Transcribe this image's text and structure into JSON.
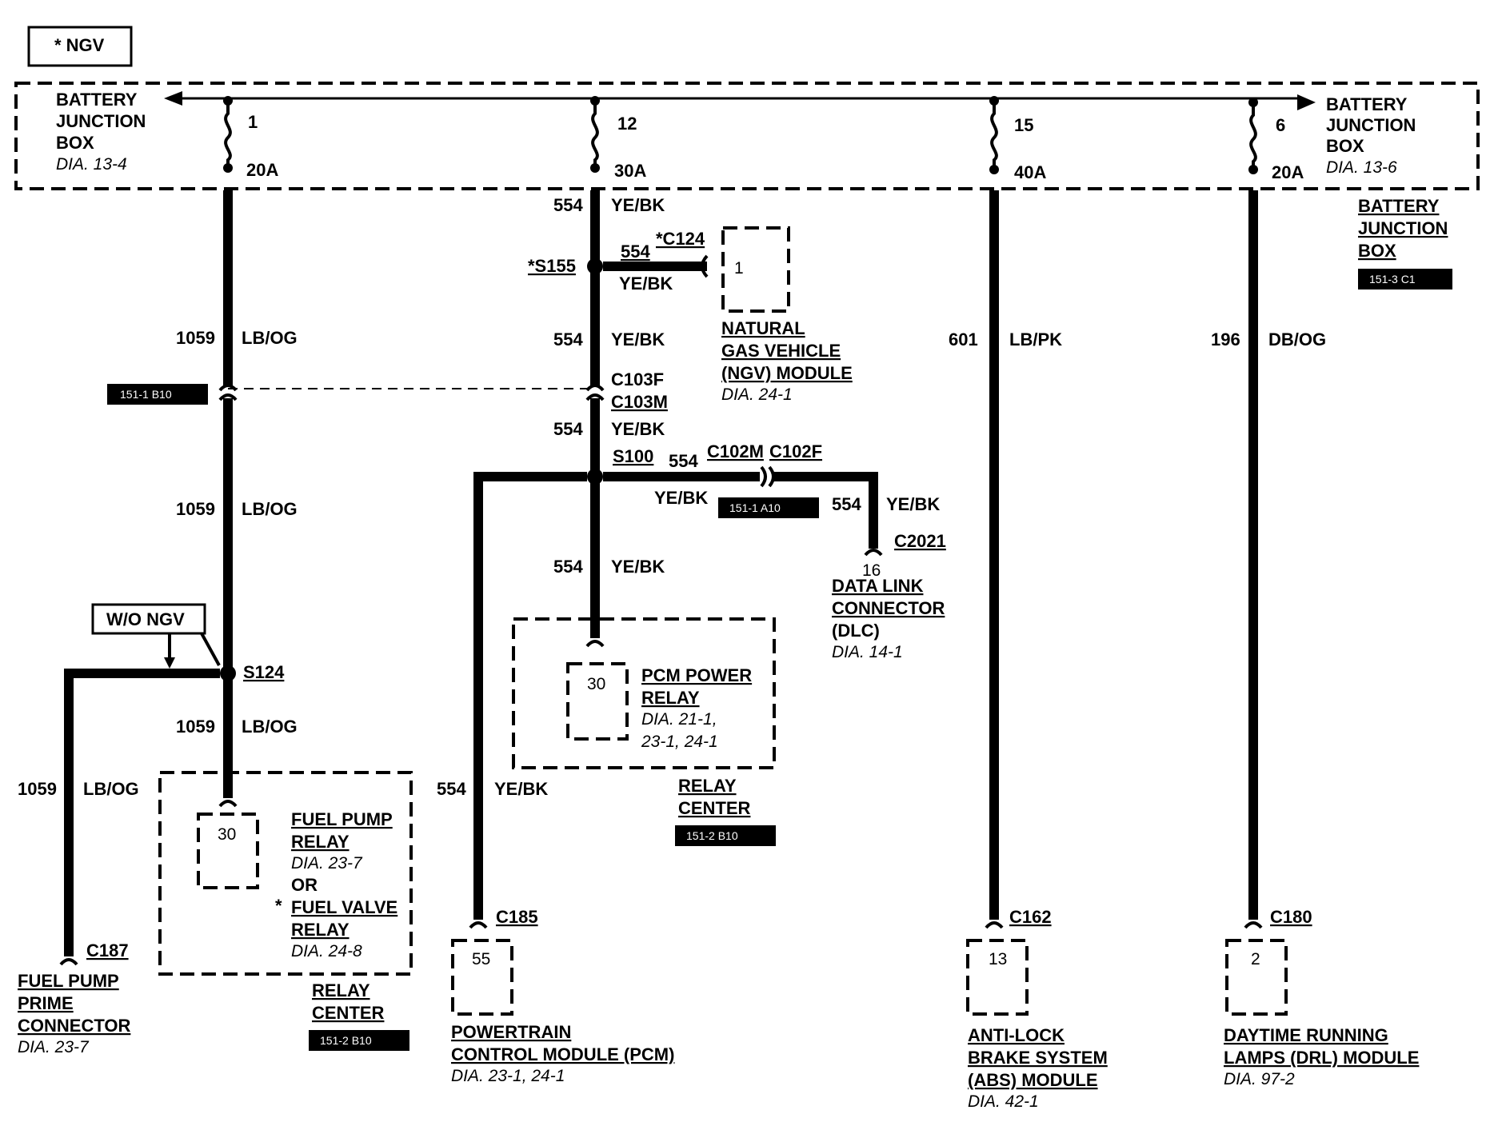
{
  "legend": {
    "ngv_note": "* NGV",
    "wo_ngv": "W/O NGV"
  },
  "bjb_left": {
    "line1": "BATTERY",
    "line2": "JUNCTION",
    "line3": "BOX",
    "dia": "DIA. 13-4"
  },
  "bjb_right": {
    "line1": "BATTERY",
    "line2": "JUNCTION",
    "line3": "BOX",
    "dia": "DIA. 13-6"
  },
  "bjb_ref": {
    "line1": "BATTERY",
    "line2": "JUNCTION",
    "line3": "BOX",
    "tag": "151-3 C1"
  },
  "fuses": [
    {
      "num": "1",
      "amp": "20A"
    },
    {
      "num": "12",
      "amp": "30A"
    },
    {
      "num": "15",
      "amp": "40A"
    },
    {
      "num": "6",
      "amp": "20A"
    }
  ],
  "wires": {
    "w1059": "1059",
    "lbog": "LB/OG",
    "w554": "554",
    "yebk": "YE/BK",
    "w601": "601",
    "lbpk": "LB/PK",
    "w196": "196",
    "dbog": "DB/OG"
  },
  "connectors": {
    "c124": "*C124",
    "s155": "*S155",
    "c103f": "C103F",
    "c103m": "C103M",
    "s100": "S100",
    "c102m": "C102M",
    "c102f": "C102F",
    "c2021": "C2021",
    "s124": "S124",
    "c187": "C187",
    "c185": "C185",
    "c162": "C162",
    "c180": "C180"
  },
  "tags": {
    "t1": "151-1 B10",
    "t2": "151-1 A10",
    "t3": "151-2 B10",
    "t4": "151-2 B10"
  },
  "ngv_module": {
    "pin": "1",
    "line1": "NATURAL",
    "line2": "GAS VEHICLE",
    "line3": "(NGV) MODULE",
    "dia": "DIA. 24-1"
  },
  "dlc": {
    "pin": "16",
    "line1": "DATA LINK",
    "line2": "CONNECTOR",
    "line3": "(DLC)",
    "dia": "DIA. 14-1"
  },
  "pcm_relay": {
    "pin": "30",
    "line1": "PCM POWER",
    "line2": "RELAY",
    "dia1": "DIA. 21-1,",
    "dia2": "23-1, 24-1",
    "center1": "RELAY",
    "center2": "CENTER"
  },
  "fuel_relay": {
    "pin": "30",
    "line1": "FUEL PUMP",
    "line2": "RELAY",
    "dia1": "DIA. 23-7",
    "or": "OR",
    "star": "*",
    "line3": "FUEL VALVE",
    "line4": "RELAY",
    "dia2": "DIA. 24-8",
    "center1": "RELAY",
    "center2": "CENTER"
  },
  "fuel_prime": {
    "line1": "FUEL PUMP",
    "line2": "PRIME",
    "line3": "CONNECTOR",
    "dia": "DIA. 23-7"
  },
  "pcm": {
    "pin": "55",
    "line1": "POWERTRAIN",
    "line2": "CONTROL MODULE (PCM)",
    "dia": "DIA. 23-1, 24-1"
  },
  "abs": {
    "pin": "13",
    "line1": "ANTI-LOCK",
    "line2": "BRAKE SYSTEM",
    "line3": "(ABS) MODULE",
    "dia": "DIA. 42-1"
  },
  "drl": {
    "pin": "2",
    "line1": "DAYTIME RUNNING",
    "line2": "LAMPS (DRL) MODULE",
    "dia": "DIA. 97-2"
  }
}
